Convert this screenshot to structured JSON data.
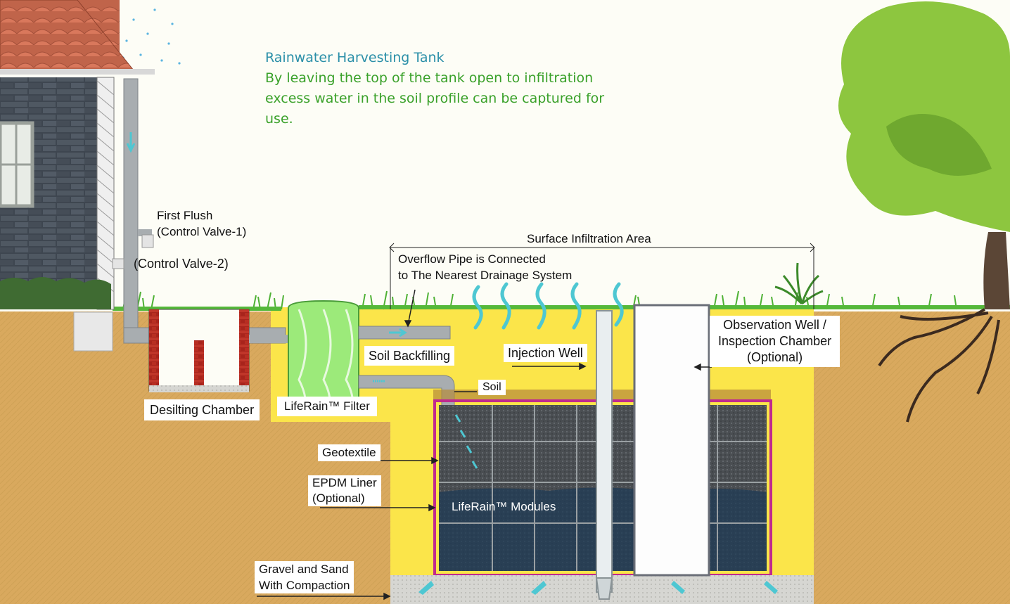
{
  "header": {
    "title": "Rainwater Harvesting Tank",
    "description": "By leaving the top of the tank open to infiltration excess water in the soil profile can be captured for use."
  },
  "labels": {
    "first_flush_line1": "First Flush",
    "first_flush_line2": "(Control Valve-1)",
    "control_valve_2": "(Control Valve-2)",
    "surface_infiltration": "Surface Infiltration Area",
    "overflow_line1": "Overflow Pipe is Connected",
    "overflow_line2": "to The Nearest Drainage System",
    "soil_backfilling": "Soil Backfilling",
    "injection_well": "Injection Well",
    "observation_line1": "Observation Well /",
    "observation_line2": "Inspection Chamber",
    "observation_line3": "(Optional)",
    "soil": "Soil",
    "desilting_chamber": "Desilting Chamber",
    "liferain_filter": "LifeRain™ Filter",
    "geotextile": "Geotextile",
    "epdm_line1": "EPDM Liner",
    "epdm_line2": "(Optional)",
    "liferain_modules": "LifeRain™ Modules",
    "gravel_line1": "Gravel and Sand",
    "gravel_line2": "With Compaction"
  },
  "colors": {
    "ground": "#d9a95e",
    "backfill": "#fbe54a",
    "sky": "#fdfdf6",
    "grass": "#55b83a",
    "filter": "#9cea7a",
    "pipe": "#9aa0a3",
    "brick": "#b3261e",
    "liner": "#c02a8e",
    "module": "#3b3f42",
    "water": "#4ec7d2",
    "title": "#2a8fa8",
    "description": "#3aa12a"
  }
}
